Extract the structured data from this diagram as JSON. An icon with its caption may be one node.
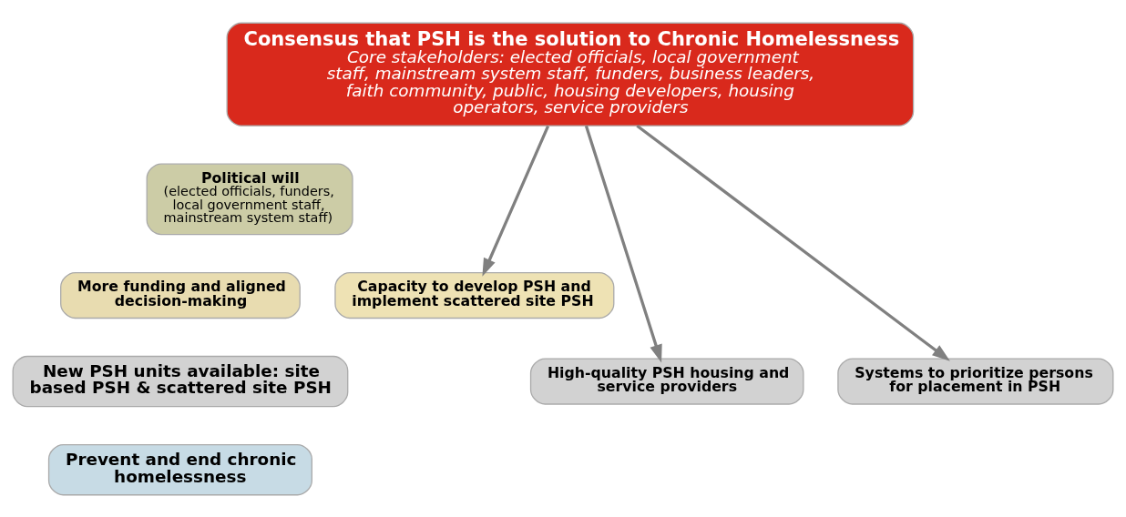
{
  "diagram": {
    "nodes": [
      {
        "text": [
          "Consensus that PSH is the solution to Chronic Homelessness",
          "Core stakeholders: elected officials, local government staff, mainstream system staff, funders, business leaders, faith community, public, housing developers, housing operators, service providers"
        ]
      },
      {
        "text": [
          "Political will",
          "(elected officials, funders, local government staff, mainstream system staff)"
        ]
      },
      {
        "text": [
          "More funding and aligned decision-making"
        ]
      },
      {
        "text": [
          "Capacity to develop PSH and implement scattered site PSH"
        ]
      },
      {
        "text": [
          "New PSH units available: site based PSH & scattered site PSH"
        ]
      },
      {
        "text": [
          "High-quality PSH housing and service providers"
        ]
      },
      {
        "text": [
          "Systems to prioritize persons for placement in PSH"
        ]
      },
      {
        "text": [
          "Prevent and end chronic homelessness"
        ]
      }
    ],
    "edges": [
      {
        "from": 0,
        "to": 3,
        "arrow": "to"
      },
      {
        "from": 0,
        "to": 5,
        "arrow": "to"
      },
      {
        "from": 0,
        "to": 6,
        "arrow": "to"
      }
    ]
  }
}
